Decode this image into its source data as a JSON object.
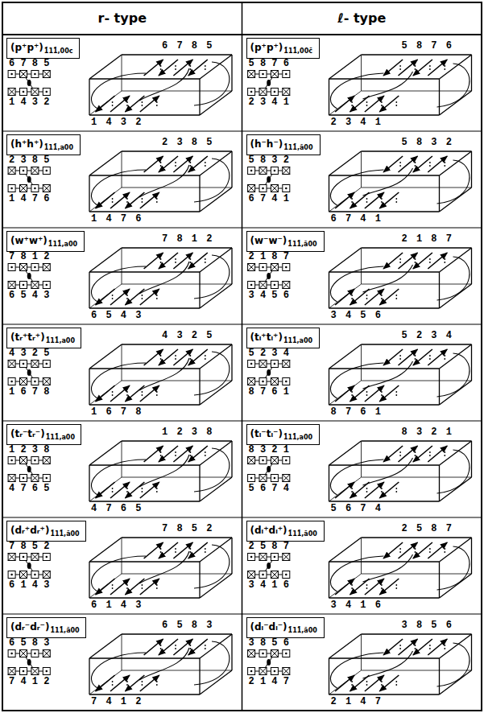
{
  "diagram": {
    "nodes": [
      {
        "text": [
          "(p⁺p⁺)",
          "1̄11̄,00c"
        ]
      },
      {
        "text": [
          "(p⁺p⁺)",
          "1̄11̄,00c̄"
        ]
      },
      {
        "text": [
          "(h⁺h⁺)",
          "1̄11̄,a00"
        ]
      },
      {
        "text": [
          "(h⁻h⁻)",
          "1̄11̄,ā00"
        ]
      },
      {
        "text": [
          "(w⁺w⁺)",
          "1̄11̄,a00"
        ]
      },
      {
        "text": [
          "(w⁻w⁻)",
          "1̄11̄,ā00"
        ]
      },
      {
        "text": [
          "(tᵣ⁺tᵣ⁺)",
          "1̄11̄,a00"
        ]
      },
      {
        "text": [
          "(tₗ⁺tₗ⁺)",
          "1̄11̄,a00"
        ]
      },
      {
        "text": [
          "(tᵣ⁻tᵣ⁻)",
          "1̄11̄,a00"
        ]
      },
      {
        "text": [
          "(tₗ⁻tₗ⁻)",
          "1̄11̄,a00"
        ]
      },
      {
        "text": [
          "(dᵣ⁺dᵣ⁺)",
          "1̄11̄,ā00"
        ]
      },
      {
        "text": [
          "(dₗ⁺dₗ⁺)",
          "1̄11̄,ā00"
        ]
      },
      {
        "text": [
          "(dᵣ⁻dᵣ⁻)",
          "1̄11̄,ā00"
        ]
      },
      {
        "text": [
          "(dₗ⁻dₗ⁻)",
          "1̄11̄,ā00"
        ]
      }
    ],
    "labels": [
      "r- type",
      "ℓ- type",
      "6 7 8 5",
      "1 4 3 2",
      "6 7 8 5",
      "1 4 3 2",
      "5 8 7 6",
      "2 3 4 1",
      "5 8 7 6",
      "2 3 4 1",
      "2 3 8 5",
      "1 4 7 6",
      "2 3 8 5",
      "1 4 7 6",
      "5 8 3 2",
      "6 7 4 1",
      "5 8 3 2",
      "6 7 4 1",
      "7 8 1 2",
      "6 5 4 3",
      "7 8 1 2",
      "6 5 4 3",
      "2 1 8 7",
      "3 4 5 6",
      "2 1 8 7",
      "3 4 5 6",
      "4 3 2 5",
      "1 6 7 8",
      "4 3 2 5",
      "1 6 7 8",
      "5 2 3 4",
      "8 7 6 1",
      "5 2 3 4",
      "8 7 6 1",
      "1 2 3 8",
      "4 7 6 5",
      "1 2 3 8",
      "4 7 6 5",
      "8 3 2 1",
      "5 6 7 4",
      "8 3 2 1",
      "5 6 7 4",
      "7 8 5 2",
      "6 1 4 3",
      "7 8 5 2",
      "6 1 4 3",
      "2 5 8 7",
      "3 4 1 6",
      "2 5 8 7",
      "3 4 1 6",
      "6 5 8 3",
      "7 4 1 2",
      "6 5 8 3",
      "7 4 1 2",
      "3 8 5 6",
      "2 1 4 7",
      "3 8 5 6",
      "2 1 4 7"
    ]
  }
}
